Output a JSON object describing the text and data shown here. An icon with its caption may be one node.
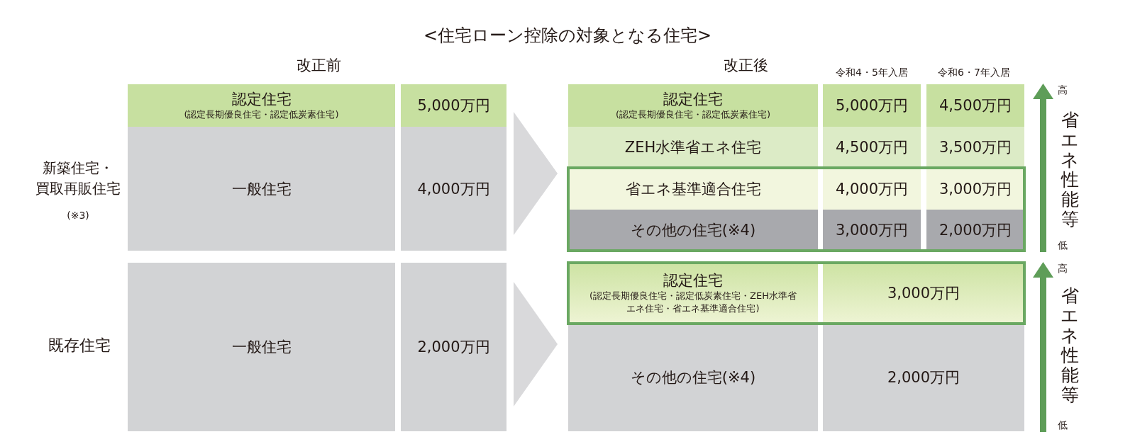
{
  "diagram": {
    "title": "<住宅ローン控除の対象となる住宅>",
    "labels": [
      "改正前",
      "改正後",
      "令和4・5年入居",
      "令和6・7年入居",
      "新築住宅・買取再販住宅",
      "(※3)",
      "認定住宅",
      "(認定長期優良住宅・認定低炭素住宅)",
      "5,000万円",
      "一般住宅",
      "4,000万円",
      "認定住宅",
      "(認定長期優良住宅・認定低炭素住宅)",
      "5,000万円",
      "4,500万円",
      "ZEH水準省エネ住宅",
      "4,500万円",
      "3,500万円",
      "省エネ基準適合住宅",
      "4,000万円",
      "3,000万円",
      "その他の住宅(※4)",
      "3,000万円",
      "2,000万円",
      "高",
      "省エネ性能等",
      "低",
      "既存住宅",
      "一般住宅",
      "2,000万円",
      "認定住宅",
      "(認定長期優良住宅・認定低炭素住宅・ZEH水準省エネ住宅・省エネ基準適合住宅)",
      "3,000万円",
      "その他の住宅(※4)",
      "2,000万円",
      "高",
      "省エネ性能等",
      "低"
    ]
  }
}
